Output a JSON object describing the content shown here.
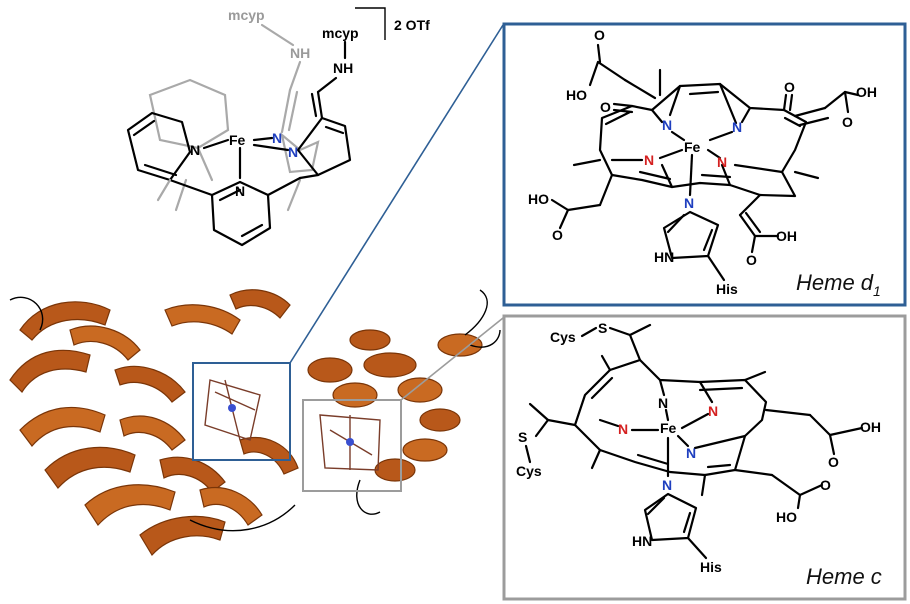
{
  "complex": {
    "counterion": "2 OTf",
    "subst_gray": "mcyp",
    "subst_black": "mcyp",
    "nh_gray": "NH",
    "nh_black": "NH",
    "fe": "Fe",
    "n": "N"
  },
  "heme_d1": {
    "label_base": "Heme d",
    "label_sub": "1",
    "fe": "Fe",
    "n": "N",
    "cooh": "HO",
    "oh": "OH",
    "o": "O",
    "his": "His",
    "hn": "HN",
    "frame_color": "#2e5f95"
  },
  "heme_c": {
    "label": "Heme c",
    "fe": "Fe",
    "n": "N",
    "cys": "Cys",
    "s": "S",
    "oh": "OH",
    "ho": "HO",
    "o": "O",
    "his": "His",
    "hn": "HN",
    "frame_color": "#9c9c9c"
  },
  "colors": {
    "protein": "#b8581a",
    "nitrogen_blue": "#1f3fbf",
    "nitrogen_red": "#d42020"
  }
}
